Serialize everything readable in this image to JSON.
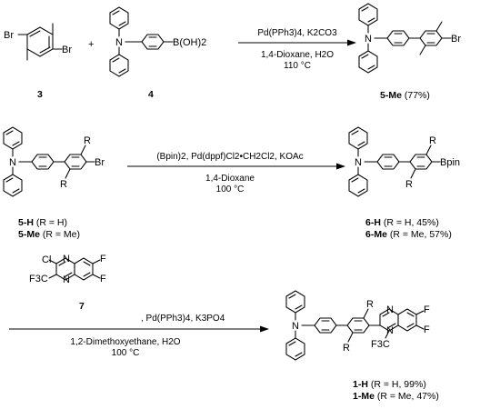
{
  "row1": {
    "reagent_a_label": "3",
    "reagent_b_label": "4",
    "plus": "+",
    "conditions_top": "Pd(PPh3)4, K2CO3",
    "conditions_bottom_1": "1,4-Dioxane, H2O",
    "conditions_bottom_2": "110 °C",
    "product_label_bold": "5-Me",
    "product_label_rest": " (77%)"
  },
  "row2": {
    "sm_label_1_bold": "5-H",
    "sm_label_1_rest": " (R = H)",
    "sm_label_2_bold": "5-Me",
    "sm_label_2_rest": " (R = Me)",
    "conditions_top": "(Bpin)2, Pd(dppf)Cl2•CH2Cl2, KOAc",
    "conditions_bottom_1": "1,4-Dioxane",
    "conditions_bottom_2": "100 °C",
    "product_label_1_bold": "6-H",
    "product_label_1_rest": " (R = H, 45%)",
    "product_label_2_bold": "6-Me",
    "product_label_2_rest": " (R = Me, 57%)"
  },
  "row3": {
    "reagent_label": "7",
    "conditions_top_rest": ", Pd(PPh3)4, K3PO4",
    "conditions_bottom_1": "1,2-Dimethoxyethane, H2O",
    "conditions_bottom_2": "100 °C",
    "product_label_1_bold": "1-H",
    "product_label_1_rest": " (R = H, 99%)",
    "product_label_2_bold": "1-Me",
    "product_label_2_rest": " (R = Me, 47%)"
  },
  "atoms": {
    "Br": "Br",
    "N": "N",
    "B": "B(OH)2",
    "Bpin": "Bpin",
    "R": "R",
    "Cl": "Cl",
    "F": "F",
    "CF3": "F3C"
  }
}
